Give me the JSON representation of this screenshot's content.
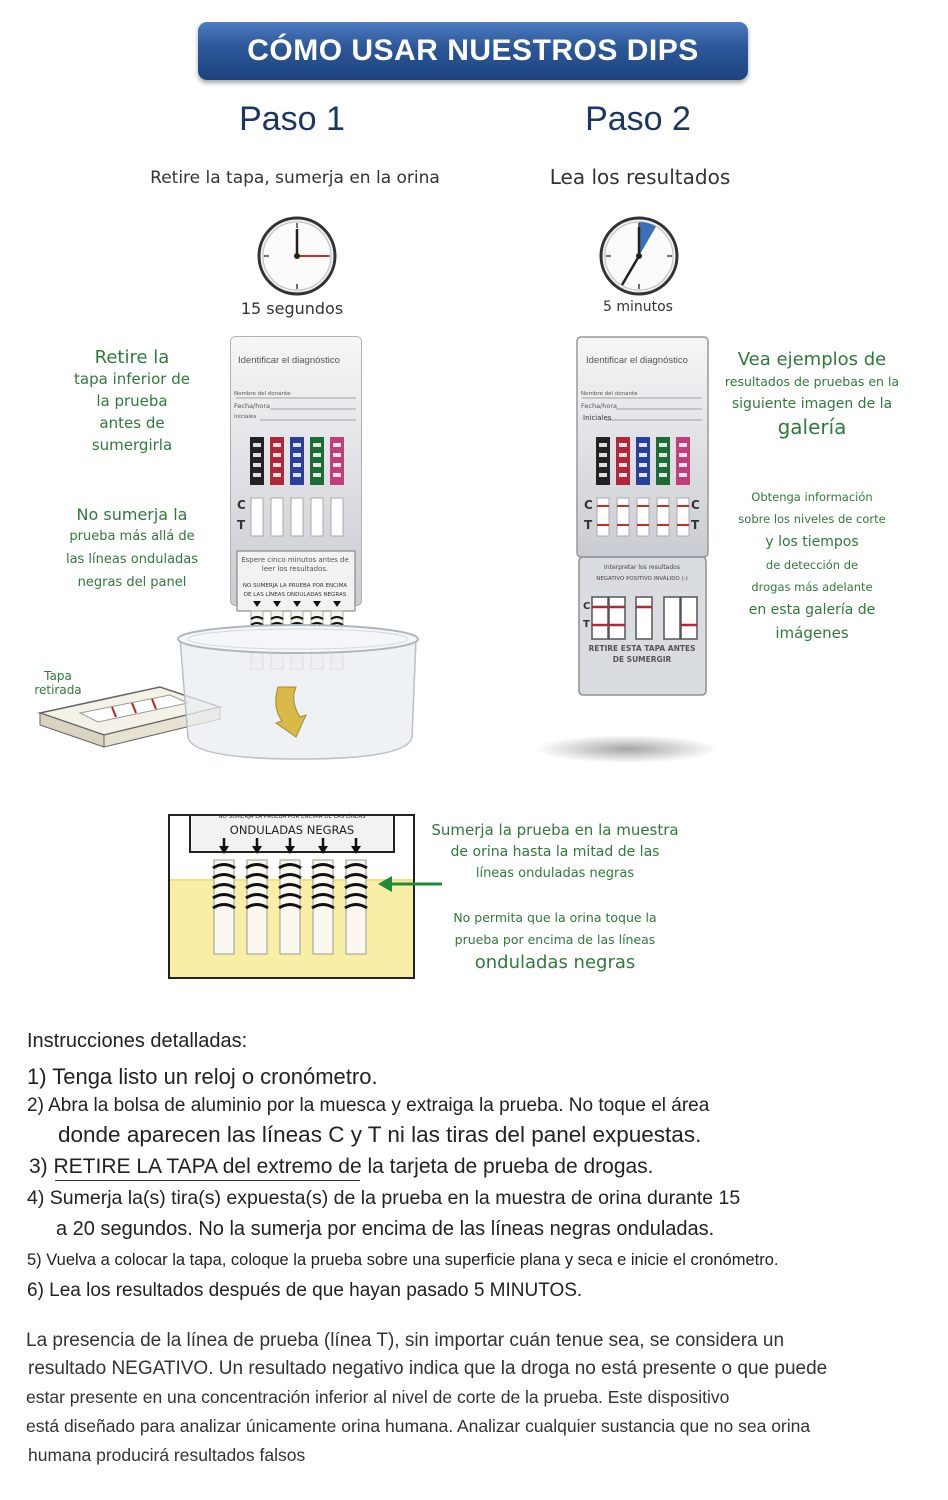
{
  "banner": {
    "title": "CÓMO USAR NUESTROS DIPS"
  },
  "step1": {
    "title": "Paso 1",
    "subtitle": "Retire la tapa, sumerja en la orina",
    "timer": "15 segundos",
    "note_cap": [
      "Retire la",
      "tapa inferior de",
      "la prueba",
      "antes de",
      "sumergirla"
    ],
    "note_dip": [
      "No sumerja la",
      "prueba más allá de",
      "las líneas onduladas",
      "negras del panel"
    ],
    "cap_label": [
      "Tapa",
      "retirada"
    ]
  },
  "step2": {
    "title": "Paso 2",
    "subtitle": "Lea los resultados",
    "timer": "5 minutos",
    "note_gallery": [
      "Vea ejemplos de",
      "resultados de pruebas en la",
      "siguiente imagen de la",
      "galería"
    ],
    "note_info": [
      "Obtenga información",
      "sobre los niveles de corte",
      "y los tiempos",
      "de detección de",
      "drogas más adelante",
      "en esta galería de",
      "imágenes"
    ]
  },
  "card": {
    "header": "Identificar el diagnóstico",
    "field_donor": "Nombre del donante",
    "field_date": "Fecha/hora",
    "field_initials": "Iniciales",
    "c_label": "C",
    "t_label": "T",
    "wait_text": "Espere cinco minutos antes de leer los resultados.",
    "no_dip_text": "NO SUMERJA LA PRUEBA POR ENCIMA DE LAS LÍNEAS ONDULADAS NEGRAS",
    "interpret": "Interpretar los resultados",
    "legend": "NEGATIVO POSITIVO INVÁLIDO (-)",
    "cap_text": "RETIRE ESTA TAPA ANTES DE SUMERGIR"
  },
  "detail": {
    "header_line1": "NO SUMERJA LA PRUEBA POR ENCIMA DE LAS LÍNEAS",
    "header_line2": "ONDULADAS NEGRAS",
    "note1": [
      "Sumerja la prueba en la muestra",
      "de orina hasta la mitad de las",
      "líneas onduladas negras"
    ],
    "note2": [
      "No permita que la orina toque la",
      "prueba por encima de las líneas",
      "onduladas negras"
    ]
  },
  "instructions": {
    "heading": "Instrucciones detalladas:",
    "items": [
      "1) Tenga listo un reloj o cronómetro.",
      "2) Abra la bolsa de aluminio por la muesca y extraiga la prueba. No toque el área",
      "donde aparecen las líneas C y T ni las tiras del panel expuestas.",
      "3) RETIRE LA TAPA del extremo de la tarjeta de prueba de drogas.",
      "4) Sumerja la(s) tira(s) expuesta(s) de la prueba en la muestra de orina durante 15",
      "a 20 segundos. No la sumerja por encima de las líneas negras onduladas.",
      "5) Vuelva a colocar la tapa, coloque la prueba sobre una superficie plana y seca e inicie el cronómetro.",
      "6) Lea los resultados después de que hayan pasado 5 MINUTOS."
    ]
  },
  "paragraph": [
    "La presencia de la línea de prueba (línea T), sin importar cuán tenue sea, se considera un",
    "resultado NEGATIVO. Un resultado negativo indica que la droga no está presente o que puede",
    "estar presente en una concentración inferior al nivel de corte de la prueba. Este dispositivo",
    "está diseñado para analizar únicamente orina humana. Analizar cualquier sustancia que no sea orina",
    "humana producirá resultados falsos"
  ],
  "colors": {
    "banner": "#2b5697",
    "title": "#1b3760",
    "green_text": "#2f7a3a",
    "urine": "#f8eea6",
    "arrow": "#1f8a3a"
  },
  "icons": [
    "clock-icon",
    "curved-arrow-icon",
    "down-arrow-icon",
    "wavy-line-icon",
    "green-arrow-icon"
  ]
}
